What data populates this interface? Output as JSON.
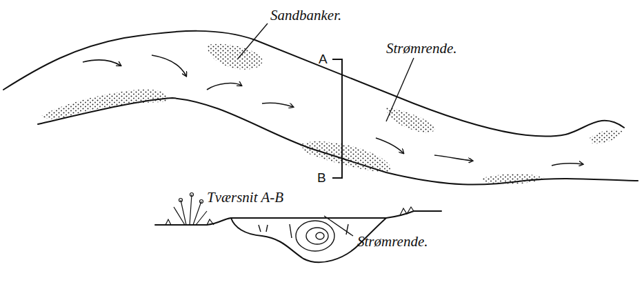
{
  "diagram": {
    "labels": [
      "Sandbanker.",
      "Strømrende.",
      "A",
      "B",
      "Tværsnit A-B",
      "Strømrende."
    ]
  }
}
